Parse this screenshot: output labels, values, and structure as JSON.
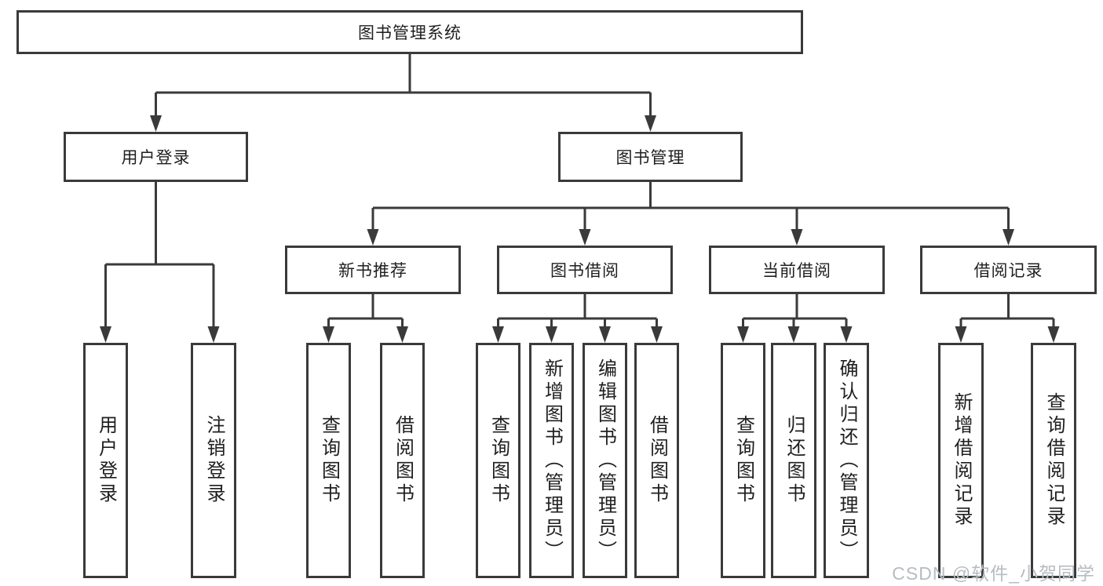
{
  "nodes": {
    "root": "图书管理系统",
    "level2": [
      "用户登录",
      "图书管理"
    ],
    "level3": [
      "新书推荐",
      "图书借阅",
      "当前借阅",
      "借阅记录"
    ],
    "leaves": {
      "user_login": [
        "用户登录",
        "注销登录"
      ],
      "new_book_recommend": [
        "查询图书",
        "借阅图书"
      ],
      "book_borrow": [
        "查询图书",
        "新增图书（管理员）",
        "编辑图书（管理员）",
        "借阅图书"
      ],
      "current_borrow": [
        "查询图书",
        "归还图书",
        "确认归还（管理员）"
      ],
      "borrow_records": [
        "新增借阅记录",
        "查询借阅记录"
      ]
    }
  },
  "colors": {
    "line": "#3a3a3a",
    "text": "#1f1f1f",
    "watermark": "#b7bcc2",
    "background": "#ffffff"
  },
  "watermark": "CSDN @软件_小贺同学"
}
